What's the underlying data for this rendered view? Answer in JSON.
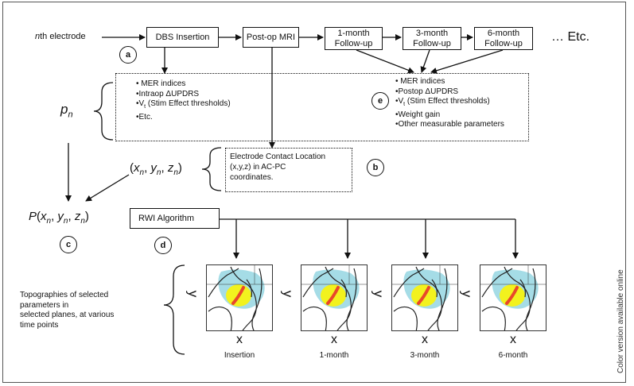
{
  "side_note": "Color version available online",
  "nth_electrode": "nth electrode",
  "nth_prefix": "n",
  "nth_rest": "th electrode",
  "flow": {
    "dbs_insertion": "DBS Insertion",
    "postop_mri": "Post-op MRI",
    "followup_1": [
      "1-month",
      "Follow-up"
    ],
    "followup_3": [
      "3-month",
      "Follow-up"
    ],
    "followup_6": [
      "6-month",
      "Follow-up"
    ],
    "etc": "… Etc."
  },
  "markers": {
    "a": "a",
    "b": "b",
    "c": "c",
    "d": "d",
    "e": "e"
  },
  "intraop_list": [
    "• MER indices",
    "•Intraop  ΔUPDRS",
    "•Vt (Stim Effect thresholds)",
    "•Etc."
  ],
  "postop_list": [
    "• MER indices",
    "•Postop  ΔUPDRS",
    "•Vt (Stim Effect thresholds)",
    "•Weight gain",
    "•Other measurable parameters"
  ],
  "pn_label": "pn",
  "coords_label": "(xn, yn, zn)",
  "prob_label": "P(xn, yn, zn)",
  "contact_box": [
    "Electrode Contact Location",
    "(x,y,z) in AC-PC",
    "coordinates."
  ],
  "rwi": "RWI Algorithm",
  "topo_caption": [
    "Topographies of selected",
    "parameters in",
    "selected planes, at various",
    "time points"
  ],
  "axes": {
    "x": "x",
    "y": "y"
  },
  "time_points": [
    "Insertion",
    "1-month",
    "3-month",
    "6-month"
  ],
  "colors": {
    "overlay_cyan": "#8fd3e0",
    "overlay_yellow": "#f2f21e",
    "overlay_red": "#e8482a"
  }
}
